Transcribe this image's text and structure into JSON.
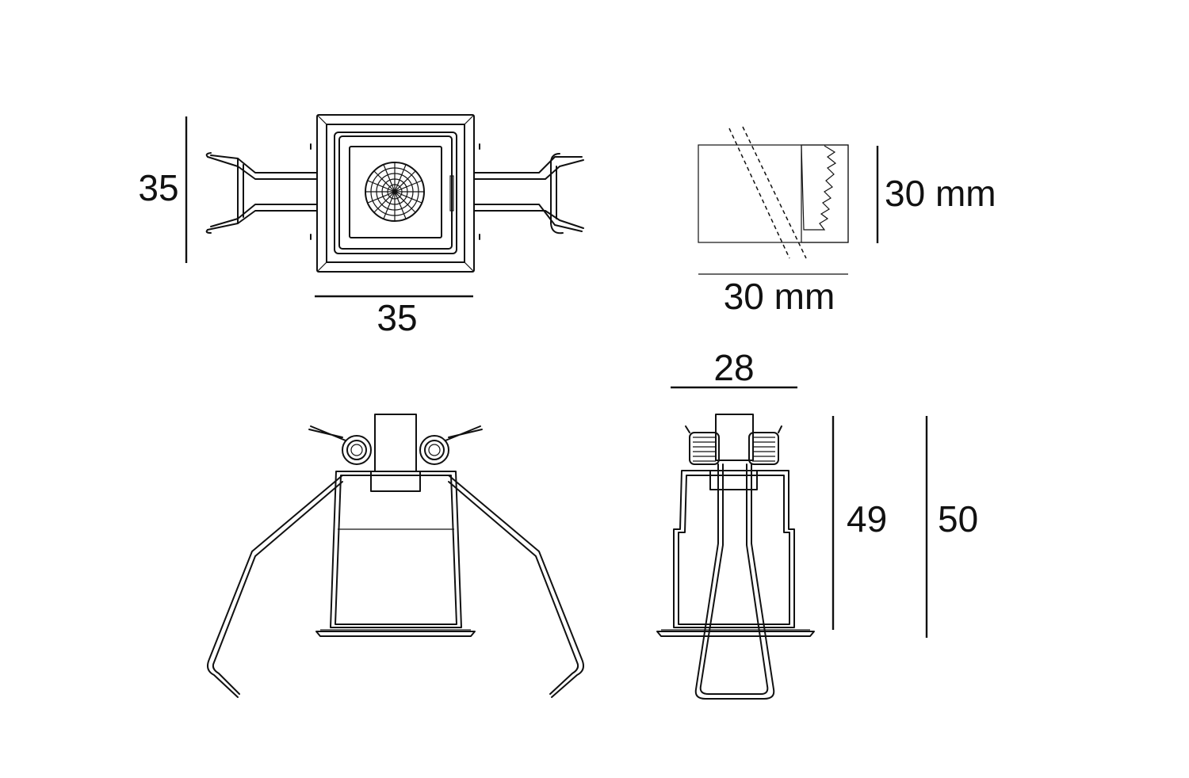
{
  "dimensions": {
    "front_height": "35",
    "front_width": "35",
    "cutout_height": "30 mm",
    "cutout_width": "30 mm",
    "side_width": "28",
    "side_height_body": "49",
    "side_height_total": "50"
  }
}
